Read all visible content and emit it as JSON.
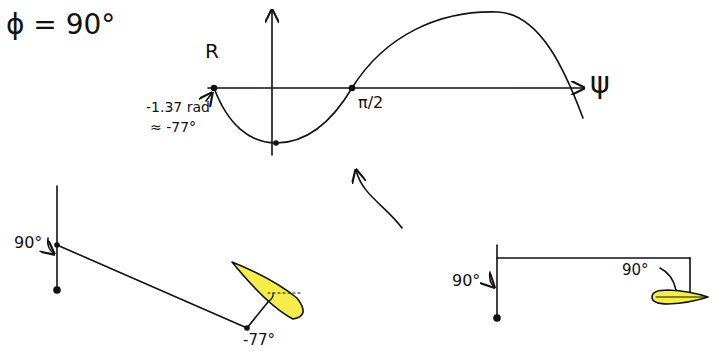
{
  "diagram": {
    "labels": [
      "ϕ = 90°",
      "R",
      "ψ",
      "-1.37 rad",
      "≈ -77°",
      "π/2",
      "90°",
      "-77°",
      "90°",
      "90°"
    ]
  }
}
